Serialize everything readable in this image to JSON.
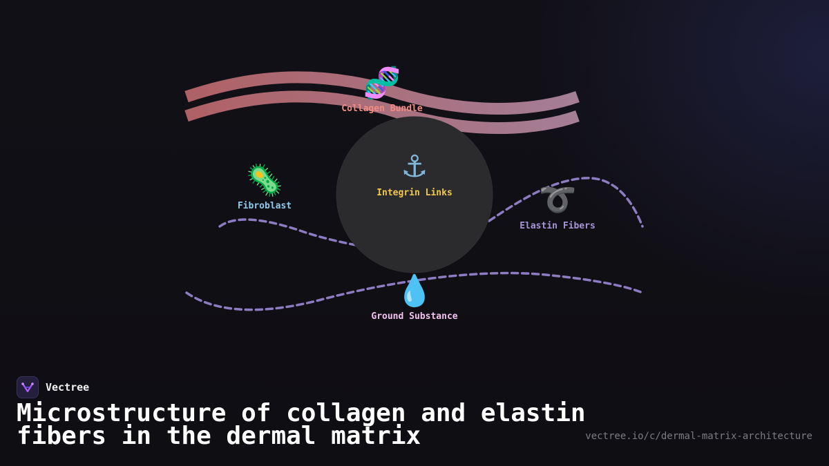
{
  "diagram": {
    "title": "Microstructure of collagen and elastin fibers in the dermal matrix",
    "center": {
      "label": "Integrin Links",
      "icon": "anchor-icon",
      "glyph": "⚓",
      "color": "#f2c94c"
    },
    "nodes": [
      {
        "id": "collagen",
        "label": "Collagen Bundle",
        "icon": "dna-icon",
        "glyph": "🧬",
        "color": "#f28b82"
      },
      {
        "id": "fibroblast",
        "label": "Fibroblast",
        "icon": "microbe-icon",
        "glyph": "🦠",
        "color": "#8ec9ee"
      },
      {
        "id": "elastin",
        "label": "Elastin Fibers",
        "icon": "curly-loop-icon",
        "glyph": "➰",
        "color": "#a795d8"
      },
      {
        "id": "ground",
        "label": "Ground Substance",
        "icon": "droplet-icon",
        "glyph": "💧",
        "color": "#f4c2f0"
      }
    ],
    "colors": {
      "collagen_stroke": "#c97b82",
      "elastin_stroke": "#8e7cc3",
      "hub_fill": "#2b2b2d"
    }
  },
  "brand": {
    "name": "Vectree",
    "logo_icon": "vectree-logo-icon"
  },
  "source_url": "vectree.io/c/dermal-matrix-architecture"
}
